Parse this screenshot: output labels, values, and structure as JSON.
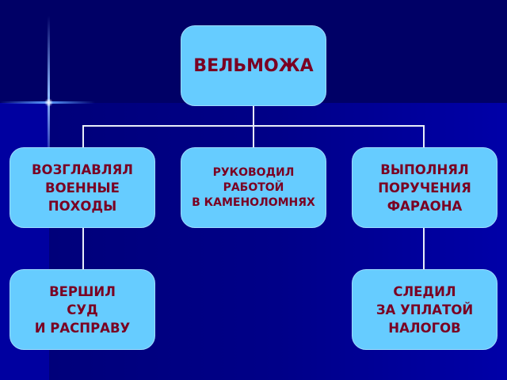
{
  "diagram": {
    "root": {
      "label": "ВЕЛЬМОЖА"
    },
    "level1": [
      {
        "label": "ВОЗГЛАВЛЯЛ\nВОЕННЫЕ\nПОХОДЫ"
      },
      {
        "label": "РУКОВОДИЛ\nРАБОТОЙ\nВ КАМЕНОЛОМНЯХ"
      },
      {
        "label": "ВЫПОЛНЯЛ\nПОРУЧЕНИЯ\nФАРАОНА"
      }
    ],
    "level2": [
      {
        "label": "ВЕРШИЛ\nСУД\nИ РАСПРАВУ"
      },
      {
        "label": "СЛЕДИЛ\nЗА УПЛАТОЙ\nНАЛОГОВ"
      }
    ]
  },
  "colors": {
    "box": "#66ccff",
    "text": "#7a0022",
    "background": "#000066",
    "connector": "#e8eef8"
  }
}
